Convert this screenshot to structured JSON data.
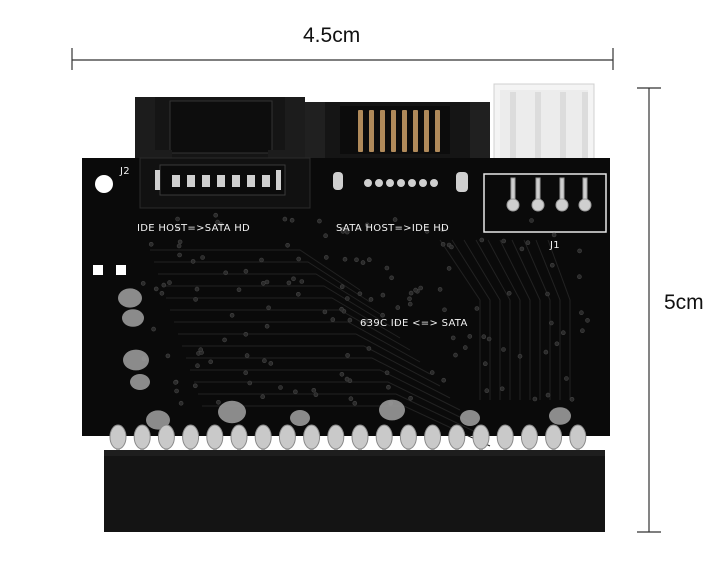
{
  "dimensions": {
    "width_label": "4.5cm",
    "height_label": "5cm"
  },
  "board": {
    "label_j2": "J2",
    "label_j1": "J1",
    "label_ide_to_sata": "IDE HOST=>SATA HD",
    "label_sata_to_ide": "SATA HOST=>IDE HD",
    "label_chip": "639C IDE <=> SATA"
  },
  "colors": {
    "pcb": "#0a0a0a",
    "connector": "#1a1a1a",
    "molex": "#f4f4f4",
    "pins": "#c9c9c9",
    "silkscreen": "#f2f2f2"
  }
}
